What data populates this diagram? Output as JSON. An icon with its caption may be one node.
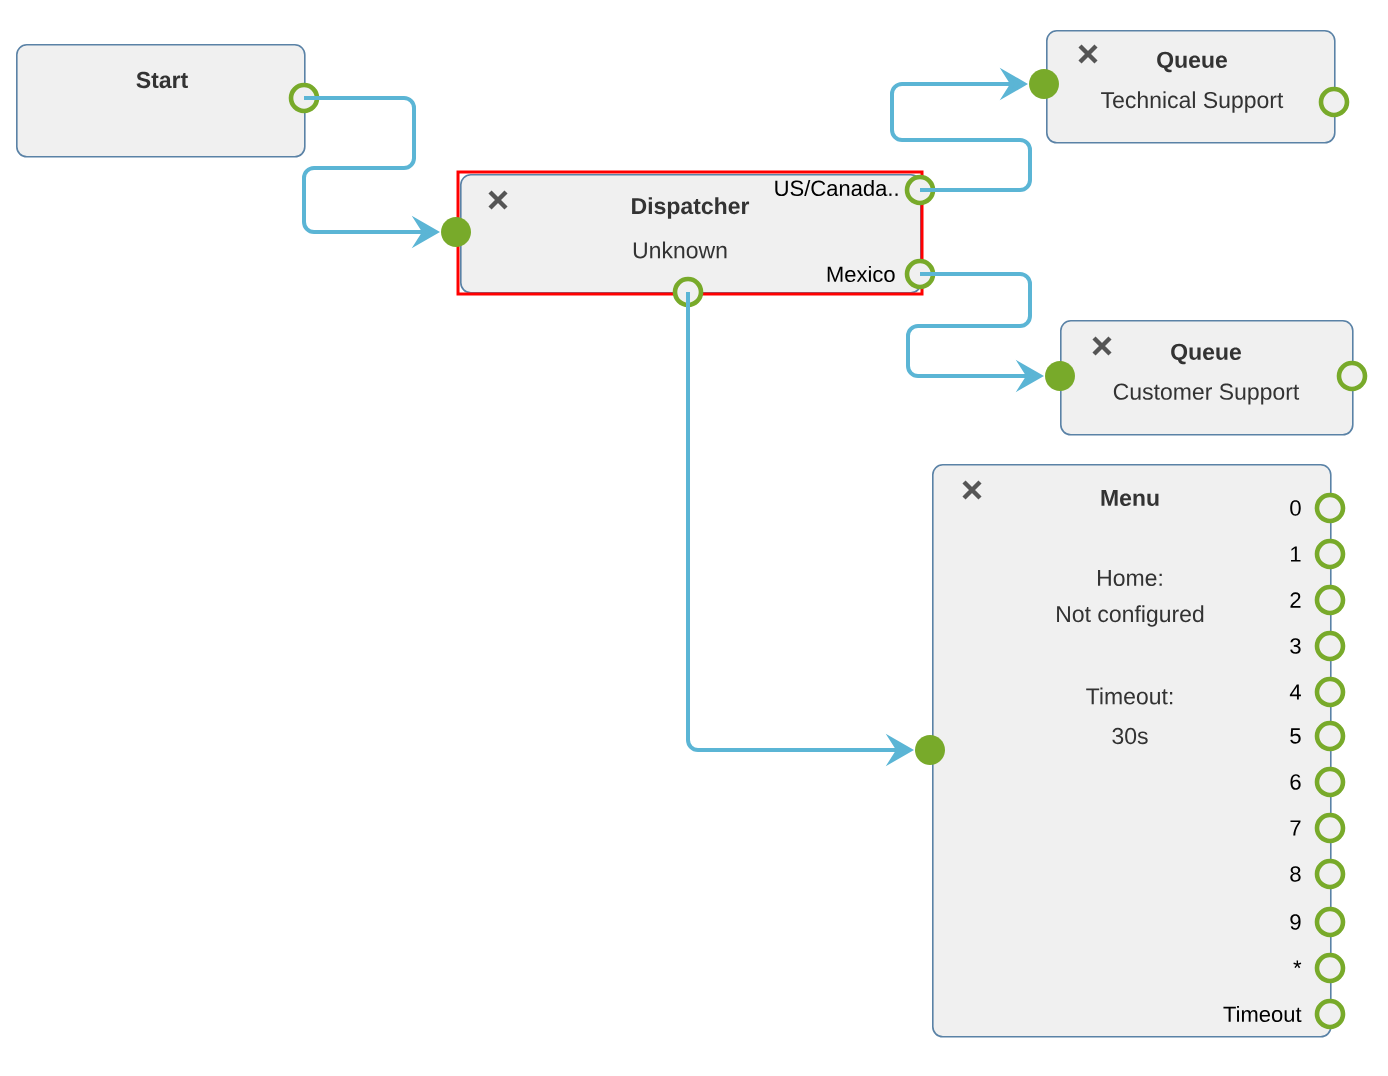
{
  "diagram": {
    "nodes": [
      {
        "text": [
          "Start"
        ]
      },
      {
        "text": [
          "Dispatcher",
          "Unknown",
          "US/Canada..",
          "Mexico"
        ]
      },
      {
        "text": [
          "Queue",
          "Technical Support"
        ]
      },
      {
        "text": [
          "Queue",
          "Customer Support"
        ]
      },
      {
        "text": [
          "Menu",
          "Home:",
          "Not configured",
          "Timeout:",
          "30s",
          "0",
          "1",
          "2",
          "3",
          "4",
          "5",
          "6",
          "7",
          "8",
          "9",
          "*",
          "Timeout"
        ]
      }
    ],
    "edges": [
      {
        "from": 0,
        "to": 1,
        "arrow": "to"
      },
      {
        "from": 1,
        "to": 2,
        "arrow": "to"
      },
      {
        "from": 1,
        "to": 3,
        "arrow": "to"
      },
      {
        "from": 1,
        "to": 4,
        "arrow": "to"
      }
    ]
  }
}
